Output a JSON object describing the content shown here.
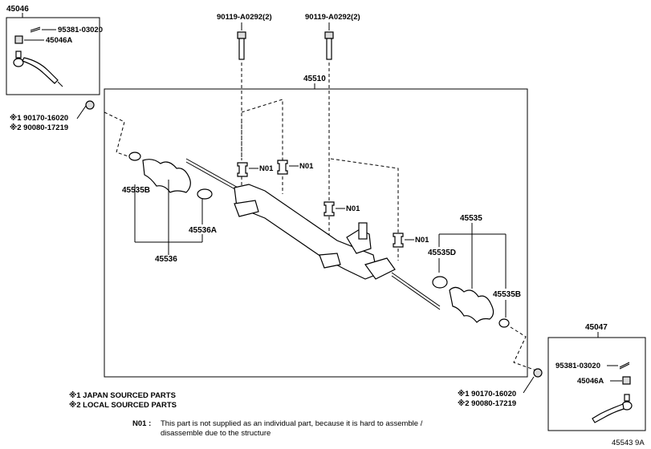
{
  "parts": {
    "tie_rod_end_left": "45046",
    "tie_rod_end_right": "45047",
    "gear_assembly": "45510",
    "bolt_left": "90119-A0292(2)",
    "bolt_right": "90119-A0292(2)",
    "cotter_pin_left": "95381-03020",
    "cotter_pin_right": "95381-03020",
    "nut_left": "45046A",
    "nut_right": "45046A",
    "boot_kit_left": "45536",
    "boot_kit_right": "45535",
    "clamp_left_b": "45535B",
    "clamp_left_a": "45536A",
    "clamp_right_d": "45535D",
    "clamp_right_b": "45535B",
    "lock_nut_left_1": "※1 90170-16020",
    "lock_nut_left_2": "※2 90080-17219",
    "lock_nut_right_1": "※1 90170-16020",
    "lock_nut_right_2": "※2 90080-17219"
  },
  "n01_label": "N01",
  "legend": {
    "japan": "※1 JAPAN SOURCED PARTS",
    "local": "※2 LOCAL SOURCED PARTS"
  },
  "footnote": {
    "code": "N01 :",
    "line1": "This part is not supplied as an individual part, because it is hard to assemble /",
    "line2": "disassemble due to the structure"
  },
  "figure_id": "45543 9A"
}
